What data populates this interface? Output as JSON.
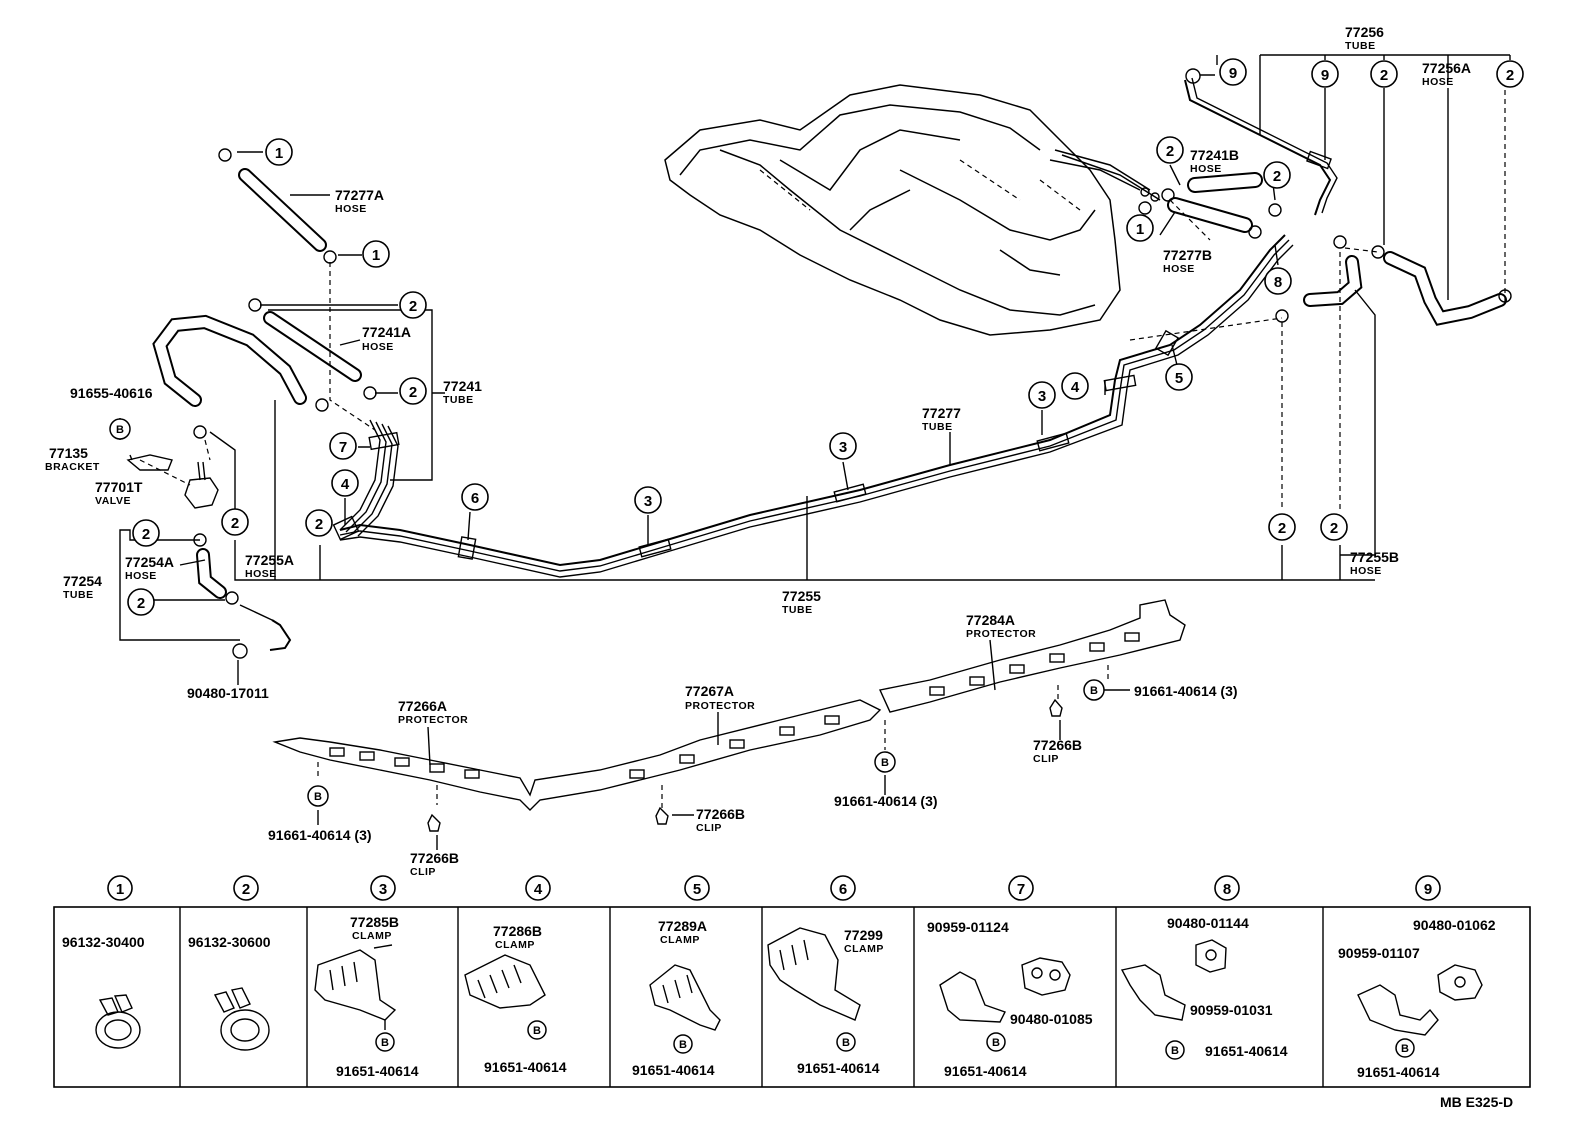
{
  "diagram_code": "MB E325-D",
  "callouts": [
    {
      "number": "77277A",
      "name": "HOSE"
    },
    {
      "number": "77241A",
      "name": "HOSE"
    },
    {
      "number": "77241",
      "name": "TUBE"
    },
    {
      "number": "91655-40616",
      "name": ""
    },
    {
      "number": "77135",
      "name": "BRACKET"
    },
    {
      "number": "77701T",
      "name": "VALVE"
    },
    {
      "number": "77254A",
      "name": "HOSE"
    },
    {
      "number": "77254",
      "name": "TUBE"
    },
    {
      "number": "77255A",
      "name": "HOSE"
    },
    {
      "number": "90480-17011",
      "name": ""
    },
    {
      "number": "77277",
      "name": "TUBE"
    },
    {
      "number": "77255",
      "name": "TUBE"
    },
    {
      "number": "77256",
      "name": "TUBE"
    },
    {
      "number": "77256A",
      "name": "HOSE"
    },
    {
      "number": "77241B",
      "name": "HOSE"
    },
    {
      "number": "77277B",
      "name": "HOSE"
    },
    {
      "number": "77255B",
      "name": "HOSE"
    },
    {
      "number": "77284A",
      "name": "PROTECTOR"
    },
    {
      "number": "91661-40614 (3)",
      "name": ""
    },
    {
      "number": "77266B",
      "name": "CLIP"
    },
    {
      "number": "77267A",
      "name": "PROTECTOR"
    },
    {
      "number": "91661-40614 (3)",
      "name": ""
    },
    {
      "number": "77266A",
      "name": "PROTECTOR"
    },
    {
      "number": "77266B",
      "name": "CLIP"
    },
    {
      "number": "91661-40614 (3)",
      "name": ""
    },
    {
      "number": "77266B",
      "name": "CLIP"
    }
  ],
  "markers": [
    "1",
    "1",
    "1",
    "2",
    "2",
    "2",
    "2",
    "2",
    "2",
    "2",
    "2",
    "2",
    "2",
    "3",
    "3",
    "3",
    "4",
    "4",
    "5",
    "6",
    "7",
    "8",
    "9",
    "9"
  ],
  "bolt_marker": "B",
  "table": [
    {
      "num": "1",
      "parts": [
        "96132-30400"
      ]
    },
    {
      "num": "2",
      "parts": [
        "96132-30600"
      ]
    },
    {
      "num": "3",
      "parts": [
        "77285B",
        "CLAMP",
        "91651-40614"
      ]
    },
    {
      "num": "4",
      "parts": [
        "77286B",
        "CLAMP",
        "91651-40614"
      ]
    },
    {
      "num": "5",
      "parts": [
        "77289A",
        "CLAMP",
        "91651-40614"
      ]
    },
    {
      "num": "6",
      "parts": [
        "77299",
        "CLAMP",
        "91651-40614"
      ]
    },
    {
      "num": "7",
      "parts": [
        "90959-01124",
        "90480-01085",
        "91651-40614"
      ]
    },
    {
      "num": "8",
      "parts": [
        "90480-01144",
        "90959-01031",
        "91651-40614"
      ]
    },
    {
      "num": "9",
      "parts": [
        "90480-01062",
        "90959-01107",
        "91651-40614"
      ]
    }
  ]
}
